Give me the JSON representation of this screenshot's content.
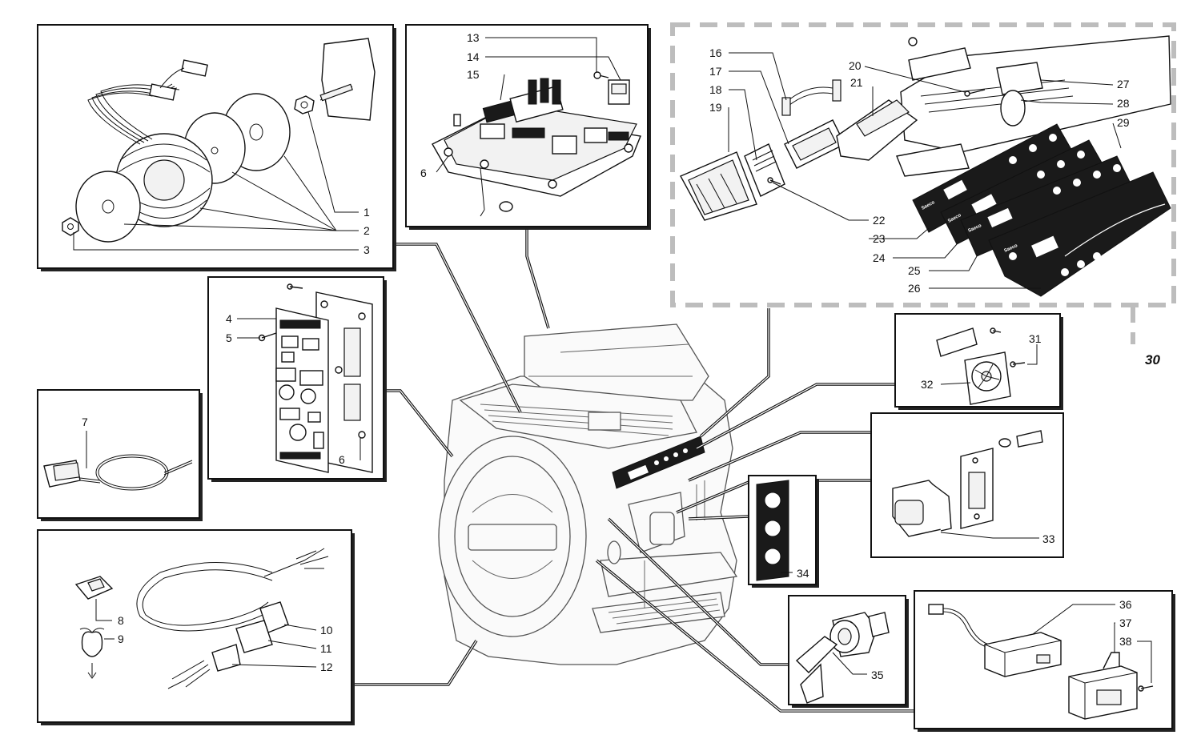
{
  "callouts": {
    "c1": "1",
    "c2": "2",
    "c3": "3",
    "c4": "4",
    "c5": "5",
    "c6a": "6",
    "c6b": "6",
    "c7": "7",
    "c8": "8",
    "c9": "9",
    "c10": "10",
    "c11": "11",
    "c12": "12",
    "c13": "13",
    "c14": "14",
    "c15": "15",
    "c16": "16",
    "c17": "17",
    "c18": "18",
    "c19": "19",
    "c20": "20",
    "c21": "21",
    "c22": "22",
    "c23": "23",
    "c24": "24",
    "c25": "25",
    "c26": "26",
    "c27": "27",
    "c28": "28",
    "c29": "29",
    "c30": "30",
    "c31": "31",
    "c32": "32",
    "c33": "33",
    "c34": "34",
    "c35": "35",
    "c36": "36",
    "c37": "37",
    "c38": "38"
  },
  "brand_text": "Saeco",
  "colors": {
    "line": "#111111",
    "dashed_group": "#bdbdbd",
    "background": "#ffffff"
  }
}
